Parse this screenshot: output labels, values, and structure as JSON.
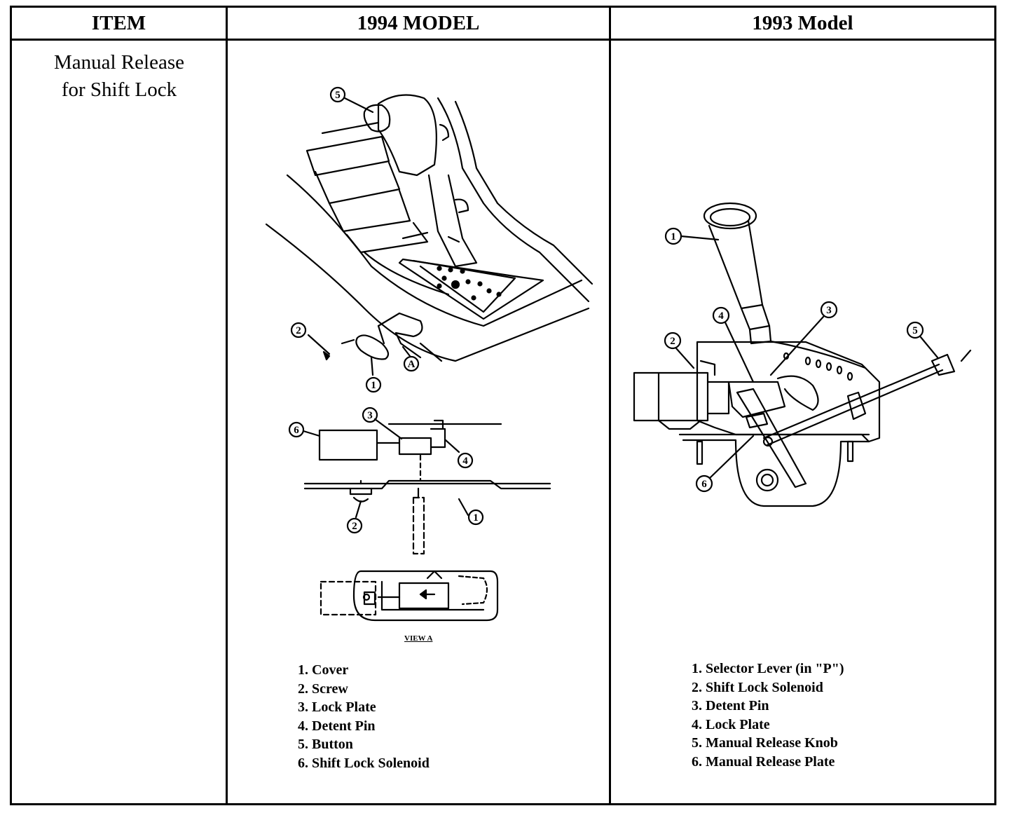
{
  "table": {
    "headers": [
      "ITEM",
      "1994 MODEL",
      "1993 Model"
    ],
    "item_lines": [
      "Manual Release",
      "for Shift Lock"
    ]
  },
  "model_1994": {
    "view_caption": "VIEW A",
    "callouts": [
      "1",
      "2",
      "3",
      "4",
      "5",
      "6",
      "A"
    ],
    "legend": [
      "1. Cover",
      "2. Screw",
      "3. Lock Plate",
      "4. Detent Pin",
      "5. Button",
      "6. Shift Lock Solenoid"
    ]
  },
  "model_1993": {
    "callouts": [
      "1",
      "2",
      "3",
      "4",
      "5",
      "6"
    ],
    "legend": [
      "1. Selector Lever (in \"P\")",
      "2. Shift Lock Solenoid",
      "3. Detent Pin",
      "4. Lock Plate",
      "5. Manual Release Knob",
      "6. Manual Release Plate"
    ]
  }
}
